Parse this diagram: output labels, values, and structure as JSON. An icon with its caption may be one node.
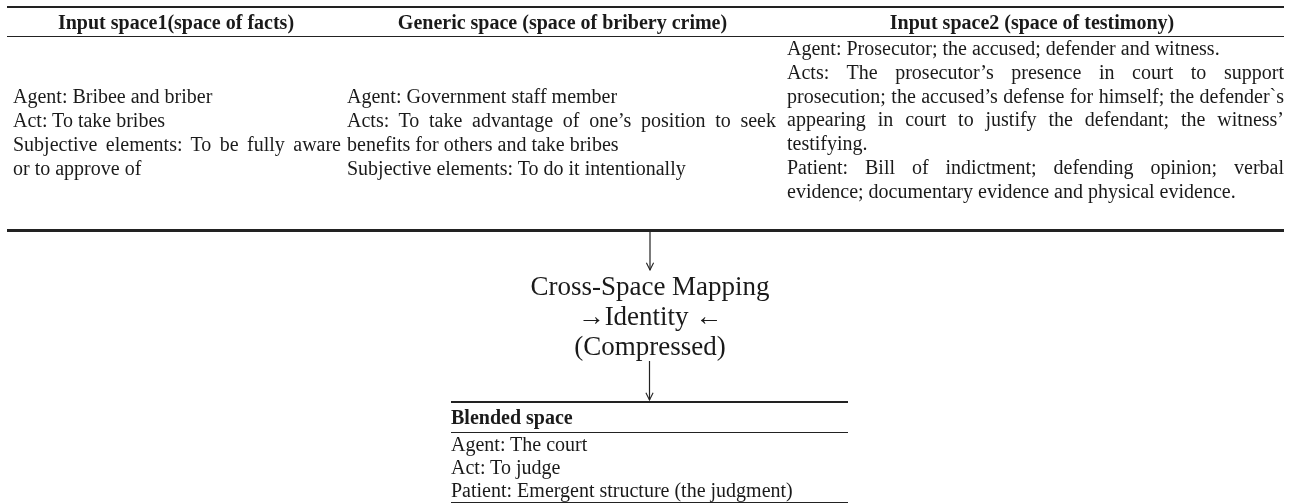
{
  "diagram": {
    "nodes": [
      {
        "text": [],
        "shape": "box"
      },
      {
        "text": [
          "Input space1(space of facts)",
          "Agent: Bribee and briber",
          "Act: To take bribes",
          "Subjective elements: To be fully aware or to approve of"
        ],
        "in": 0
      },
      {
        "text": [
          "Generic space (space of bribery crime)",
          "Agent: Government staff member",
          "Acts: To take advantage of one’s position to seek benefits for others and take bribes",
          "Subjective elements: To do it intentionally"
        ],
        "in": 0
      },
      {
        "text": [
          "Input space2 (space of testimony)",
          "Agent: Prosecutor; the accused; defender and witness.",
          "Acts: The prosecutor’s presence in court to support prosecution; the accused’s defense for himself; the defender`s appearing in court to justify the defendant; the witness’ testifying.",
          "Patient: Bill of indictment; defending opinion; verbal evidence; documentary evidence and physical evidence."
        ],
        "in": 0
      },
      {
        "text": [
          "Cross-Space Mapping",
          "→Identity ←",
          "(Compressed)"
        ]
      },
      {
        "text": [
          "Blended space",
          "Agent: The court",
          "Act: To judge",
          "Patient: Emergent structure (the judgment)"
        ]
      }
    ],
    "edges": [
      {
        "from": 0,
        "to": 4,
        "arrow": "to"
      },
      {
        "from": 4,
        "to": 5,
        "arrow": "to"
      }
    ]
  }
}
